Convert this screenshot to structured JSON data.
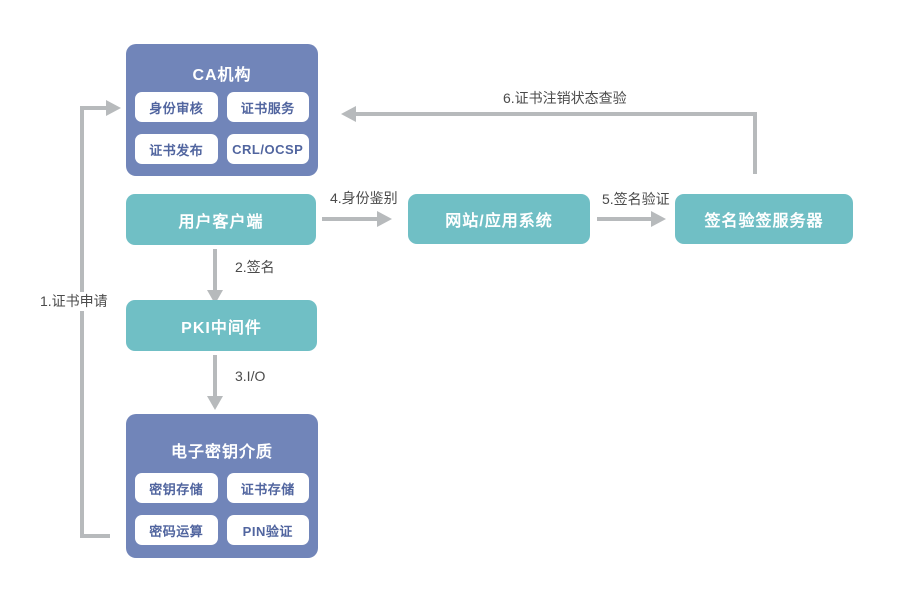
{
  "diagram": {
    "nodes": {
      "ca": {
        "title": "CA机构",
        "items": [
          "身份审核",
          "证书服务",
          "证书发布",
          "CRL/OCSP"
        ]
      },
      "client": {
        "label": "用户客户端"
      },
      "website": {
        "label": "网站/应用系统"
      },
      "sign_server": {
        "label": "签名验签服务器"
      },
      "pki_middleware": {
        "label": "PKI中间件"
      },
      "key_medium": {
        "title": "电子密钥介质",
        "items": [
          "密钥存储",
          "证书存储",
          "密码运算",
          "PIN验证"
        ]
      }
    },
    "edges": {
      "cert_apply": {
        "label": "1.证书申请"
      },
      "sign": {
        "label": "2.签名"
      },
      "io": {
        "label": "3.I/O"
      },
      "identity_auth": {
        "label": "4.身份鉴别"
      },
      "sig_verify": {
        "label": "5.签名验证"
      },
      "revocation_check": {
        "label": "6.证书注销状态查验"
      }
    },
    "colors": {
      "node_blue": "#7185b9",
      "node_teal": "#70bfc5",
      "arrow_gray": "#b7babc",
      "chip_text_blue": "#51659f",
      "edge_label_text": "#4b4b4b",
      "background": "#ffffff"
    }
  }
}
